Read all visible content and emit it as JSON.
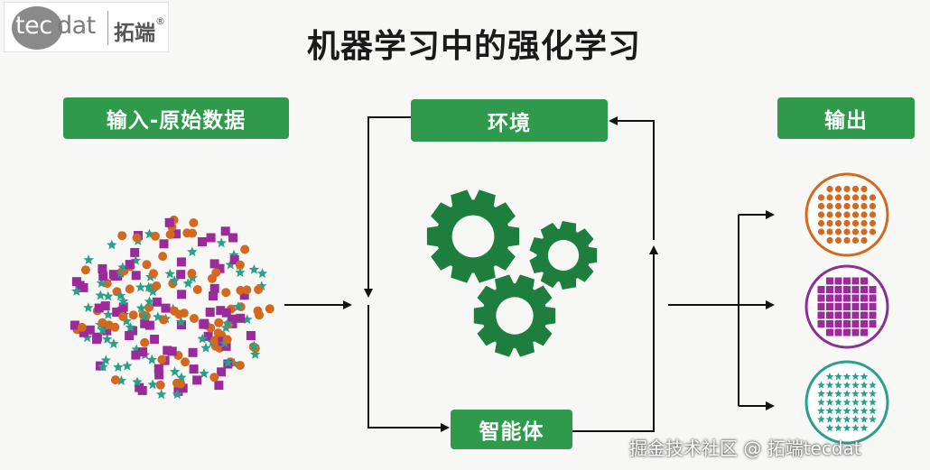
{
  "logo": {
    "tec": "tec",
    "dat": "dat",
    "brand_cn": "拓端",
    "registered_mark": "®"
  },
  "title": "机器学习中的强化学习",
  "boxes": {
    "input": "输入-原始数据",
    "environment": "环境",
    "output": "输出",
    "agent": "智能体"
  },
  "colors": {
    "green": "#2f9a4c",
    "gear_green": "#1e7e3e",
    "orange": "#d2691e",
    "purple": "#9b2a9b",
    "teal": "#2aa08a",
    "output_ring_orange": "#d2691e",
    "output_ring_purple": "#8a2f95",
    "output_ring_teal": "#2aa08a"
  },
  "icons": {
    "gears": "gear-icon",
    "data_cluster": "scatter-cluster-icon",
    "outputs": "grouped-dot-circle-icon"
  },
  "watermark": "掘金技术社区 @ 拓端tecdat"
}
